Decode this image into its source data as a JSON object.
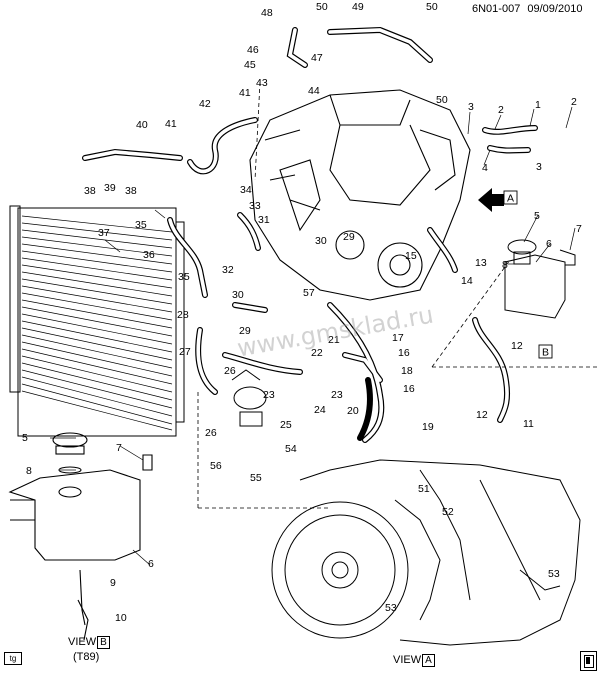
{
  "header": {
    "drawing_id": "6N01-007",
    "date": "09/09/2010"
  },
  "watermark": "www.gmsklad.ru",
  "corner_tag": "tg",
  "views": {
    "view_b": {
      "word": "VIEW",
      "letter": "B",
      "sub": "(T89)"
    },
    "view_a": {
      "word": "VIEW",
      "letter": "A"
    },
    "arrow_a": "A",
    "box_b": "B"
  },
  "callouts": {
    "c1": "1",
    "c2a": "2",
    "c2b": "2",
    "c3a": "3",
    "c3b": "3",
    "c4": "4",
    "c5a": "5",
    "c5b": "5",
    "c6a": "6",
    "c6b": "6",
    "c7a": "7",
    "c7b": "7",
    "c8a": "8",
    "c8b": "8",
    "c9": "9",
    "c10": "10",
    "c11": "11",
    "c12a": "12",
    "c12b": "12",
    "c13": "13",
    "c14": "14",
    "c15": "15",
    "c16a": "16",
    "c16b": "16",
    "c17": "17",
    "c18": "18",
    "c19": "19",
    "c20": "20",
    "c21": "21",
    "c22": "22",
    "c23a": "23",
    "c23b": "23",
    "c24": "24",
    "c25": "25",
    "c26a": "26",
    "c26b": "26",
    "c27": "27",
    "c28": "28",
    "c29a": "29",
    "c29b": "29",
    "c30a": "30",
    "c30b": "30",
    "c31": "31",
    "c32": "32",
    "c33": "33",
    "c34": "34",
    "c35a": "35",
    "c35b": "35",
    "c36": "36",
    "c37": "37",
    "c38a": "38",
    "c38b": "38",
    "c39": "39",
    "c40": "40",
    "c41a": "41",
    "c41b": "41",
    "c42": "42",
    "c43": "43",
    "c44": "44",
    "c45": "45",
    "c46": "46",
    "c47": "47",
    "c48": "48",
    "c49": "49",
    "c50a": "50",
    "c50b": "50",
    "c50c": "50",
    "c51": "51",
    "c52": "52",
    "c53a": "53",
    "c53b": "53",
    "c54": "54",
    "c55": "55",
    "c56": "56",
    "c57": "57"
  },
  "colors": {
    "ink": "#000000",
    "paper": "#ffffff",
    "watermark": "#9c9c9c"
  }
}
